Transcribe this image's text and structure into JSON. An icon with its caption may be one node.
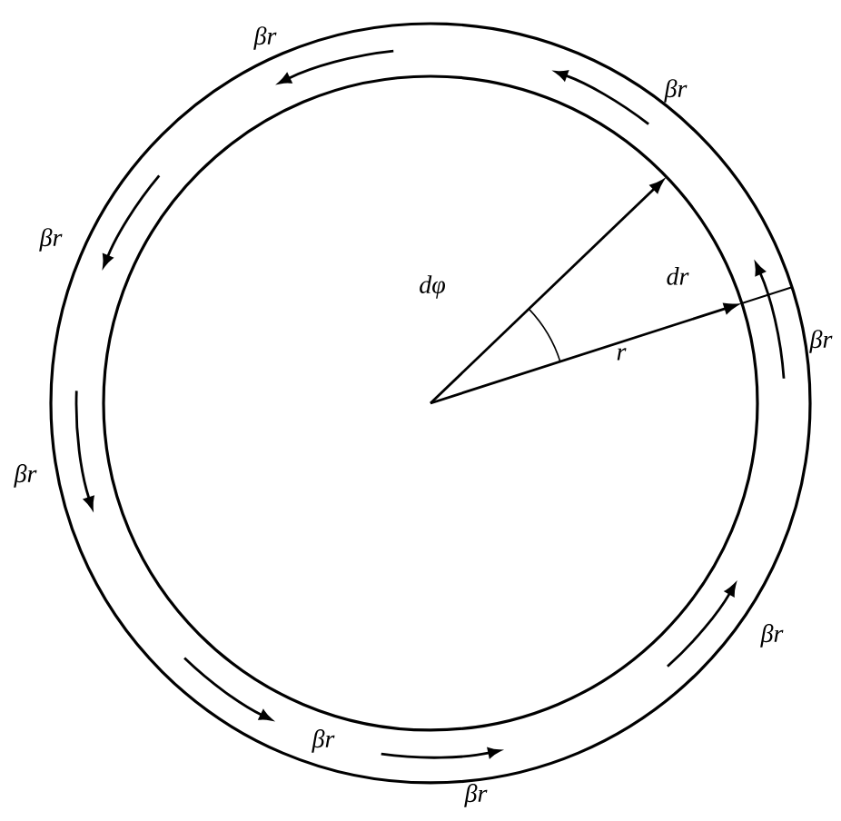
{
  "diagram": {
    "labels": [
      "βr",
      "βr",
      "βr",
      "dr",
      "dφ",
      "βr",
      "r",
      "βr",
      "βr",
      "βr",
      "βr"
    ]
  }
}
